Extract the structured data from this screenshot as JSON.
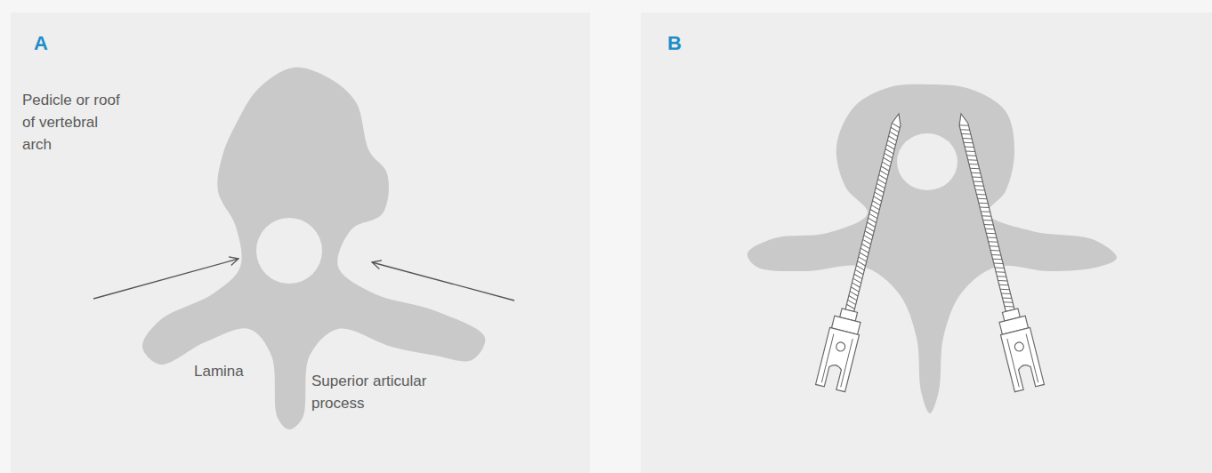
{
  "diagram": {
    "labels": [
      "A",
      "Pedicle or roof of vertebral arch",
      "Lamina",
      "Superior articular process",
      "B"
    ]
  }
}
